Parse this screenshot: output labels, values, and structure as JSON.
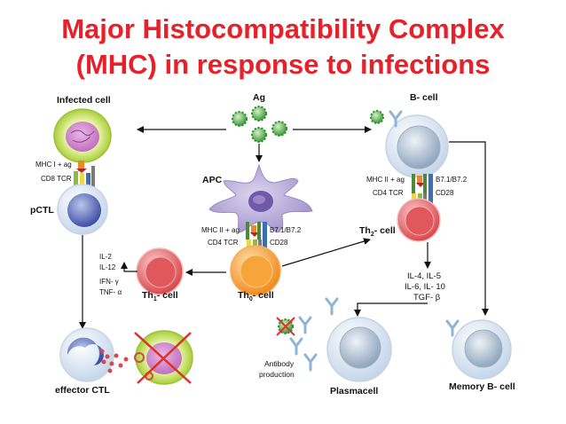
{
  "title": {
    "line1": "Major Histocompatibility Complex",
    "line2": "(MHC) in response to infections"
  },
  "labels": {
    "infected_cell": "Infected cell",
    "ag": "Ag",
    "b_cell": "B- cell",
    "mhc1_ag": "MHC I + ag",
    "cd8_tcr": "CD8 TCR",
    "pctl": "pCTL",
    "apc": "APC",
    "mhc2_ag_apc": "MHC II + ag",
    "cd4_tcr_apc": "CD4 TCR",
    "b71_apc": "B7.1/B7.2",
    "cd28_apc": "CD28",
    "mhc2_ag_b": "MHC II + ag",
    "cd4_tcr_b": "CD4 TCR",
    "b71_b": "B7.1/B7.2",
    "cd28_b": "CD28",
    "th2_main": "Th",
    "th2_sub": "2",
    "th2_tail": "- cell",
    "il2": "IL-2",
    "il12": "IL-12",
    "ifn": "IFN- γ",
    "tnf": "TNF- α",
    "th1_main": "Th",
    "th1_sub": "1",
    "th1_tail": "- cell",
    "th0_main": "Th",
    "th0_sub": "0",
    "th0_tail": "- cell",
    "il4": "IL-4, IL-5",
    "il6": "IL-6, IL- 10",
    "tgf": "TGF- β",
    "effector_ctl": "effector CTL",
    "antibody1": "Antibody",
    "antibody2": "production",
    "plasmacell": "Plasmacell",
    "memory_b": "Memory B- cell"
  },
  "colors": {
    "title": "#e8202a",
    "cross": "#e0302a",
    "ag_green": "#2e8b2e",
    "antibody": "#8fb4d6"
  }
}
